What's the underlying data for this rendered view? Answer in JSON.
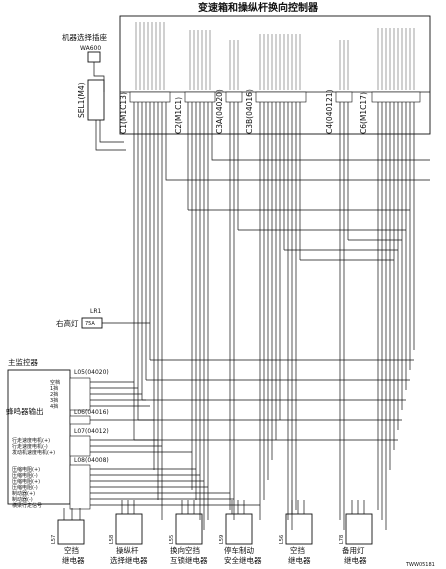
{
  "title": "变速箱和操纵杆换向控制器",
  "machine_socket": {
    "label": "机器选择插座",
    "code": "WA600"
  },
  "connectors": {
    "sel1": "SEL1(M4)",
    "c1": "C1(M1C13)",
    "c2": "C2(M1C1)",
    "c3a": "C3A(04020)",
    "c3b": "C3B(04016)",
    "c4": "C4(040121)",
    "c6": "C6(M1C17)"
  },
  "right_lamp": {
    "label": "右高灯",
    "code": "LR1",
    "pin": "75A"
  },
  "main_monitor": {
    "label": "主监控器",
    "l05": "L05(04020)",
    "l06": "L06(04016)",
    "l07": "L07(04012)",
    "l08": "L08(04008)",
    "buzzer_output": "蜂鸣器输出",
    "l05_pins": [
      "空档",
      "1挡",
      "2挡",
      "3挡",
      "4挡"
    ],
    "l07_pins": [
      "行走速度电机(+)",
      "行走速度电机(-)",
      "发动机速度电机(+)"
    ],
    "l08_pins": [
      "压缩电阻(+)",
      "压缩电阻(-)",
      "压缩电阻(+)",
      "压缩电阻(-)",
      "制动器(+)",
      "制动器(-)",
      "横梁行走信号"
    ]
  },
  "relays": [
    {
      "code": "L57",
      "label1": "空挡",
      "label2": "继电器"
    },
    {
      "code": "L58",
      "label1": "操纵杆",
      "label2": "选择继电器"
    },
    {
      "code": "L55",
      "label1": "换向空挡",
      "label2": "互锁继电器"
    },
    {
      "code": "L59",
      "label1": "停车制动",
      "label2": "安全继电器"
    },
    {
      "code": "L56",
      "label1": "空挡",
      "label2": "继电器"
    },
    {
      "code": "L78",
      "label1": "备用灯",
      "label2": "继电器"
    }
  ],
  "footer_code": "TWW05181"
}
